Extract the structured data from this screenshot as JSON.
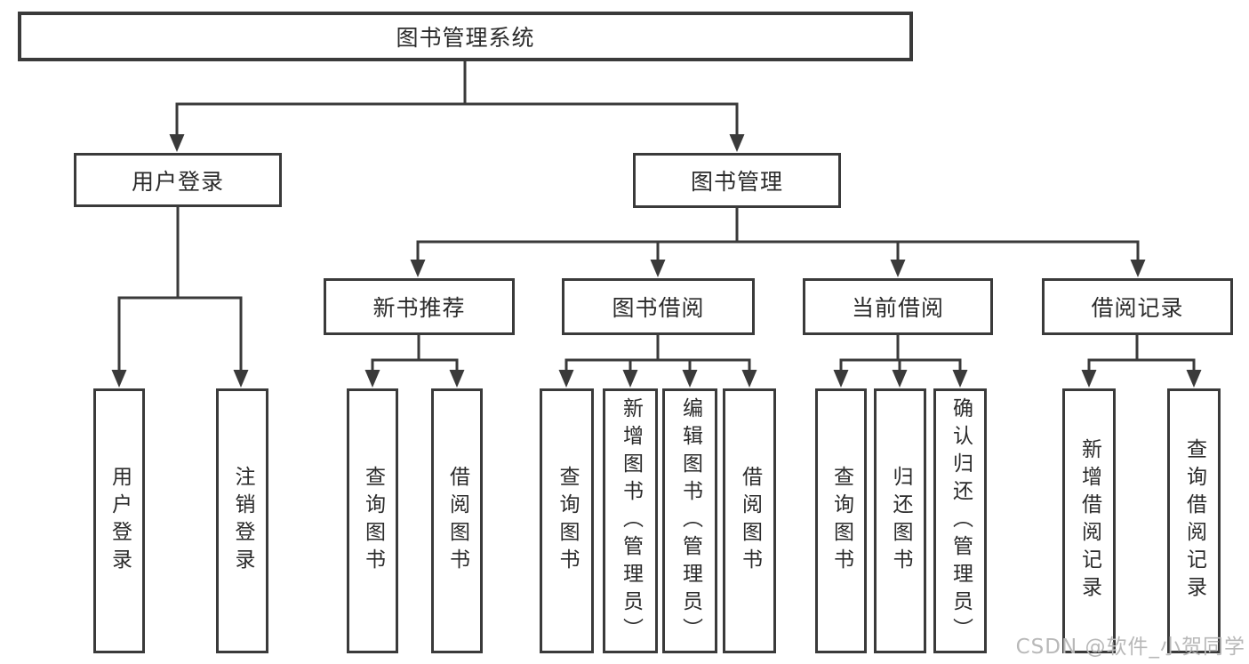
{
  "diagram": {
    "nodes": {
      "root": "图书管理系统",
      "userLogin": "用户登录",
      "bookMgmt": "图书管理",
      "newBookRec": "新书推荐",
      "bookBorrow": "图书借阅",
      "currentBorrow": "当前借阅",
      "borrowRecord": "借阅记录",
      "loginLeaf": "用户登录",
      "logoutLeaf": "注销登录",
      "recQuery": "查询图书",
      "recBorrow": "借阅图书",
      "bbQuery": "查询图书",
      "bbAdd": "新增图书（管理员）",
      "bbEdit": "编辑图书（管理员）",
      "bbBorrow": "借阅图书",
      "cbQuery": "查询图书",
      "cbReturn": "归还图书",
      "cbConfirm": "确认归还（管理员）",
      "brAdd": "新增借阅记录",
      "brQuery": "查询借阅记录"
    },
    "colors": {
      "line": "#3a3a3a",
      "text": "#2b2b2b",
      "background": "#ffffff",
      "watermark": "#b8b8b8"
    }
  },
  "watermark": {
    "text": "CSDN @软件_小贺同学"
  }
}
